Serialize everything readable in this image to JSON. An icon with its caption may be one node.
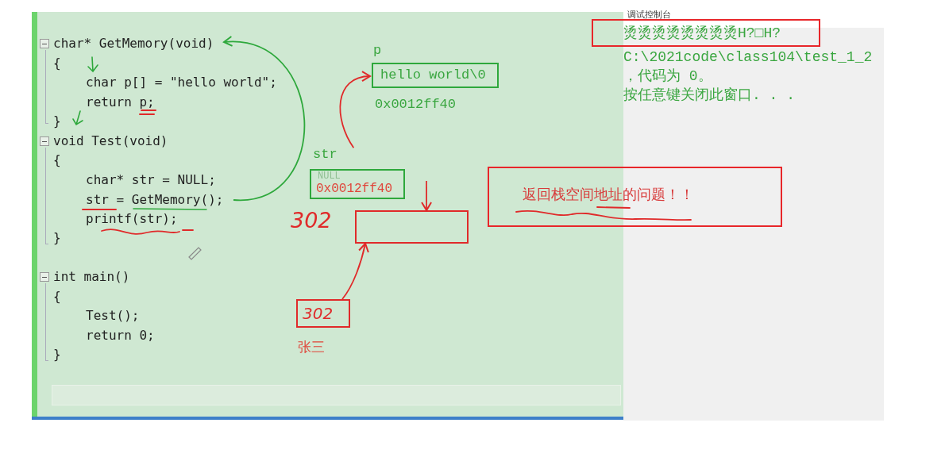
{
  "diagram": {
    "nodes": [
      {
        "text": [
          "char* GetMemory(void)"
        ]
      },
      {
        "text": [
          "str = GetMemory();"
        ]
      },
      {
        "text": [
          "p",
          "hello world\\0"
        ],
        "beside": [
          "0x0012ff40"
        ]
      },
      {
        "text": [
          "str",
          "NULL",
          "0x0012ff40"
        ]
      },
      {
        "text": [],
        "shape": "box",
        "beside": [
          "302"
        ]
      },
      {
        "text": [
          "302"
        ],
        "beside": [
          "张三"
        ]
      },
      {
        "text": [
          "返回栈空间地址的问题！！"
        ]
      },
      {
        "text": [
          "烫烫烫烫烫烫烫烫H?□H?"
        ]
      }
    ],
    "edges": [
      {
        "from": 1,
        "to": 0,
        "arrow": "to",
        "color": "#2ea83c"
      },
      {
        "from": 3,
        "to": 2,
        "arrow": "to"
      },
      {
        "from": null,
        "to": 4,
        "arrow": "to"
      },
      {
        "from": 5,
        "to": 4,
        "arrow": "to"
      }
    ],
    "labels": [
      "{",
      "char p[] = \"hello world\";",
      "return p;",
      "}",
      "void Test(void)",
      "{",
      "char* str = NULL;",
      "printf(str);",
      "}",
      "int main()",
      "{",
      "Test();",
      "return 0;",
      "}",
      "调试控制台",
      "C:\\2021code\\class104\\test_1_2",
      "，代码为 0。",
      "按任意键关闭此窗口. . ."
    ]
  }
}
